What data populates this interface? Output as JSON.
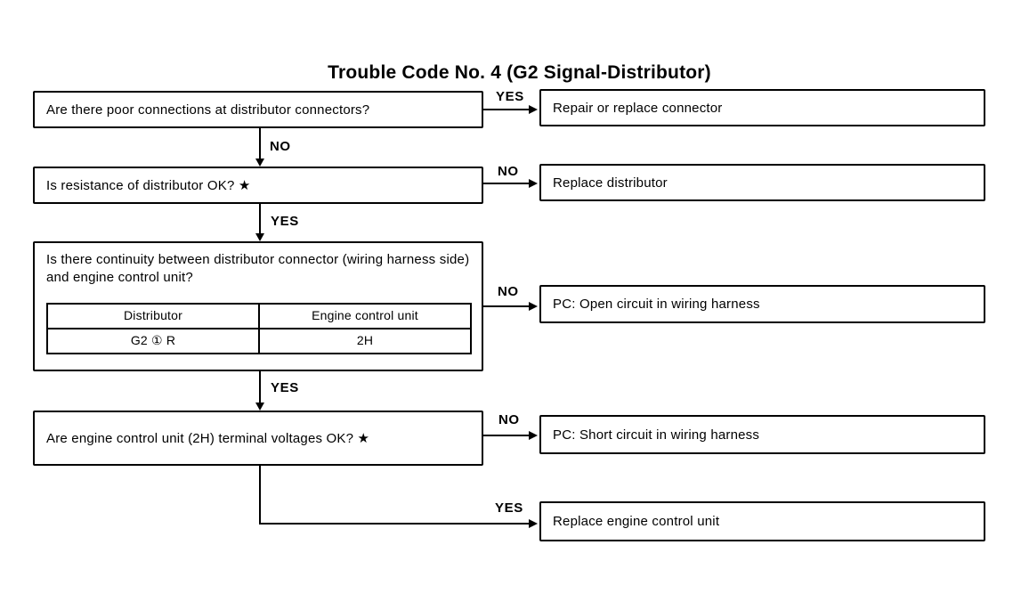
{
  "colors": {
    "ink": "#000000",
    "paper": "#ffffff"
  },
  "title": "Trouble Code No. 4 (G2 Signal-Distributor)",
  "labels": {
    "yes": "YES",
    "no": "NO"
  },
  "flow": {
    "questions": [
      {
        "text": "Are there poor connections at distributor connectors?"
      },
      {
        "text": "Is resistance of distributor OK? ★"
      },
      {
        "text": "Is there continuity between distributor connector (wiring harness side) and engine control unit?",
        "table": {
          "headers": [
            "Distributor",
            "Engine control unit"
          ],
          "row": [
            "G2 ① R",
            "2H"
          ]
        }
      },
      {
        "text": "Are engine control unit (2H) terminal voltages OK? ★"
      }
    ],
    "actions": [
      {
        "text": "Repair or replace connector"
      },
      {
        "text": "Replace distributor"
      },
      {
        "text": "PC: Open circuit in wiring harness"
      },
      {
        "text": "PC: Short circuit in wiring harness"
      },
      {
        "text": "Replace engine control unit"
      }
    ]
  }
}
